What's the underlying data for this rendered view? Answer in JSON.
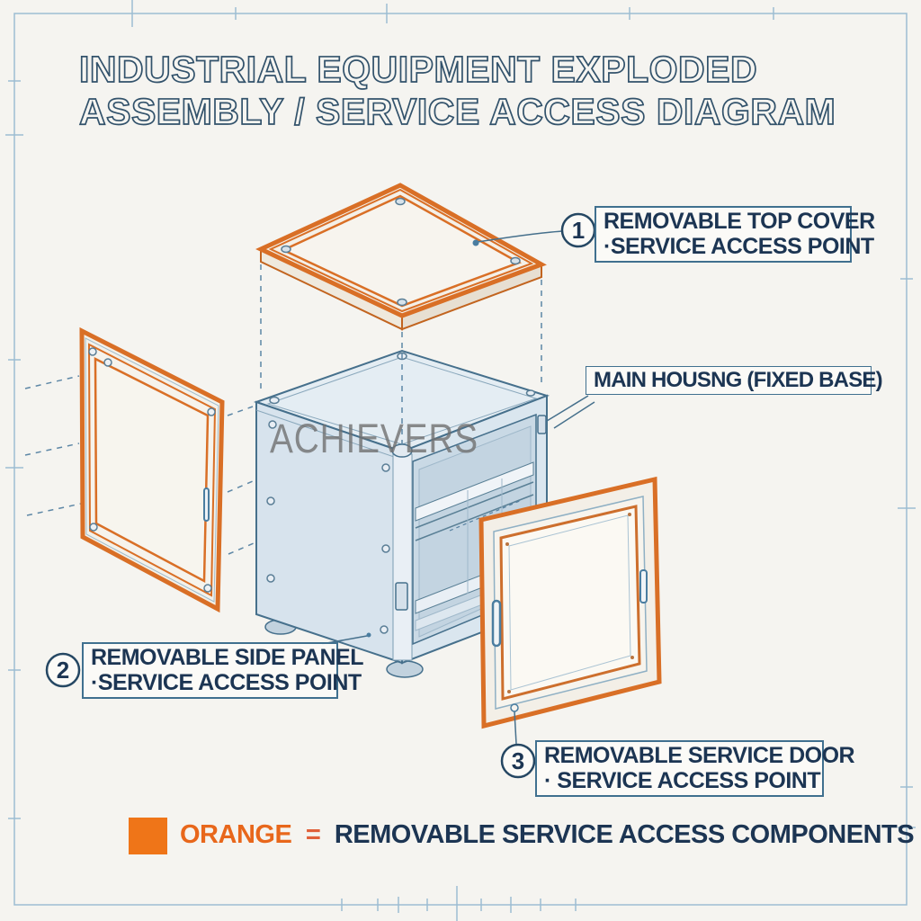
{
  "title": {
    "line1": "INDUSTRIAL EQUIPMENT EXPLODED",
    "line2": "ASSEMBLY / SERVICE ACCESS DIAGRAM"
  },
  "watermark": "ACHIEVERS",
  "callouts": {
    "top_cover": {
      "number": "1",
      "line1": "REMOVABLE TOP COVER",
      "line2": "·SERVICE ACCESS POINT"
    },
    "main_housing": {
      "label": "MAIN HOUSNG (FIXED BASE)"
    },
    "side_panel": {
      "number": "2",
      "line1": "REMOVABLE SIDE PANEL",
      "line2": "·SERVICE ACCESS POINT"
    },
    "service_door": {
      "number": "3",
      "line1": "REMOVABLE SERVICE DOOR",
      "line2": "· SERVICE ACCESS POINT"
    }
  },
  "legend": {
    "swatch_color": "#ef7518",
    "term": "ORANGE",
    "equals": "=",
    "description": "REMOVABLE SERVICE ACCESS COMPONENTS"
  },
  "colors": {
    "removable_orange": "#d96f26",
    "fixed_blue_outline": "#46708c",
    "navy_text": "#1c3553",
    "background": "#f5f4f0",
    "blueprint_frame": "#9dbdd2"
  }
}
